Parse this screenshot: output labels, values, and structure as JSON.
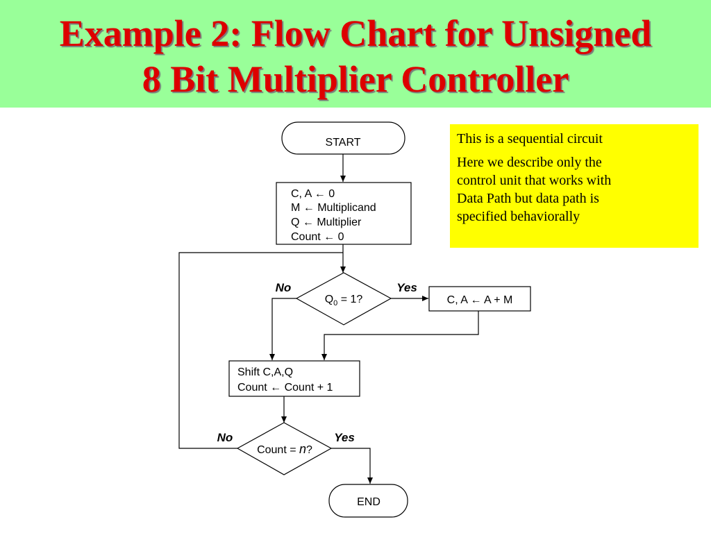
{
  "title": {
    "line1": "Example 2: Flow Chart for Unsigned",
    "line2": "8 Bit Multiplier Controller"
  },
  "note": {
    "p1": "This is a sequential circuit",
    "p2_lines": [
      "Here we describe only the",
      "control unit that works with",
      "Data Path but data path is",
      "specified behaviorally"
    ]
  },
  "flowchart": {
    "start": "START",
    "init_lines": [
      "C, A ← 0",
      "M ← Multiplicand",
      "Q ← Multiplier",
      "Count ← 0"
    ],
    "decision1": {
      "prefix": "Q",
      "subscript": "0",
      "suffix": " = 1?"
    },
    "decision1_no": "No",
    "decision1_yes": "Yes",
    "add_step": "C, A ← A + M",
    "shift_lines": [
      "Shift C,A,Q",
      "Count ← Count + 1"
    ],
    "decision2": {
      "prefix": "Count = ",
      "var": "n",
      "suffix": "?"
    },
    "decision2_no": "No",
    "decision2_yes": "Yes",
    "end": "END"
  }
}
